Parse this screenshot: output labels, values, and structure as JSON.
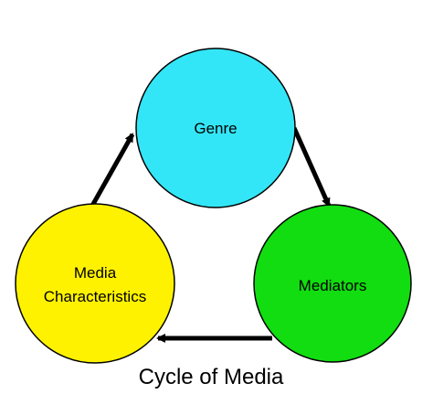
{
  "diagram": {
    "caption": "Cycle of Media",
    "nodes": {
      "genre": {
        "label": "Genre",
        "color": "#33e6f7"
      },
      "mediators": {
        "label": "Mediators",
        "color": "#11dd11"
      },
      "media_characteristics": {
        "label_line1": "Media",
        "label_line2": "Characteristics",
        "color": "#fff200"
      }
    },
    "edge_color": "#000000",
    "edges": [
      {
        "from": "genre",
        "to": "mediators"
      },
      {
        "from": "mediators",
        "to": "media_characteristics"
      },
      {
        "from": "media_characteristics",
        "to": "genre"
      }
    ]
  }
}
